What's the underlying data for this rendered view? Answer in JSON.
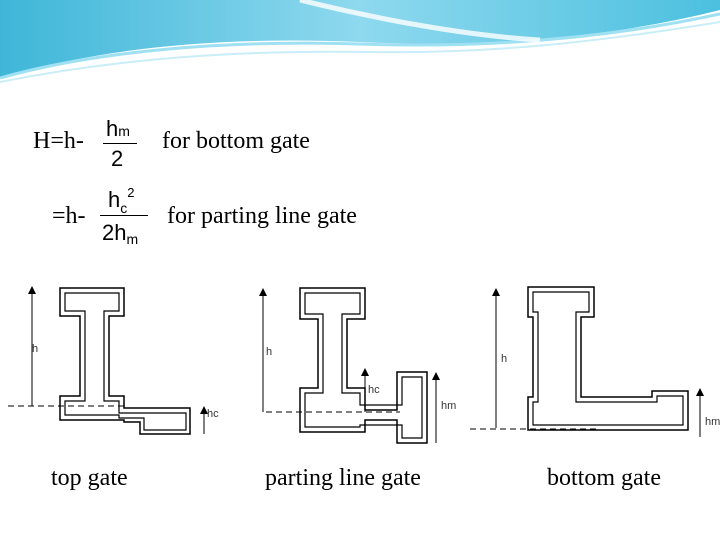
{
  "formulas": {
    "bottom": {
      "lhs": "H=h-",
      "num_main": "h",
      "num_sub": "m",
      "den": "2",
      "label": "for bottom gate"
    },
    "parting": {
      "lhs": "=h-",
      "num_main": "h",
      "num_sub": "c",
      "num_sup": "2",
      "den_main": "2h",
      "den_sub": "m",
      "label": "for parting line gate"
    }
  },
  "diagrams": {
    "top": {
      "h_label": "h",
      "hc_label": "hc"
    },
    "parting": {
      "h_label": "h",
      "hc_label": "hc",
      "hm_label": "hm"
    },
    "bottom": {
      "h_label": "h",
      "hm_label": "hm"
    }
  },
  "captions": {
    "top": "top gate",
    "parting": "parting line gate",
    "bottom": "bottom gate"
  }
}
